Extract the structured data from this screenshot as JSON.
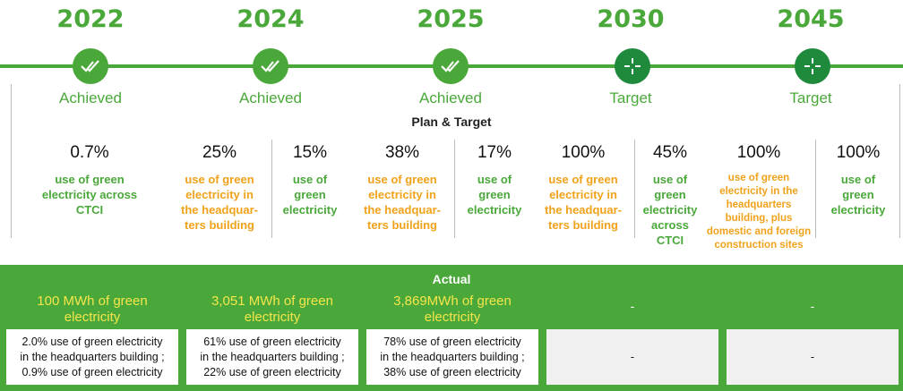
{
  "milestones": [
    {
      "year": "2022",
      "status": "Achieved",
      "icon": "double-check-icon"
    },
    {
      "year": "2024",
      "status": "Achieved",
      "icon": "double-check-icon"
    },
    {
      "year": "2025",
      "status": "Achieved",
      "icon": "double-check-icon"
    },
    {
      "year": "2030",
      "status": "Target",
      "icon": "crosshair-icon"
    },
    {
      "year": "2045",
      "status": "Target",
      "icon": "crosshair-icon"
    }
  ],
  "plan": {
    "title": "Plan & Target",
    "items": [
      {
        "pct": "0.7%",
        "lines": [
          "use of green",
          "electricity across",
          "CTCI"
        ],
        "color": "green"
      },
      {
        "pct": "25%",
        "lines": [
          "use of green",
          "electricity in",
          "the headquar-",
          "ters building"
        ],
        "color": "orange"
      },
      {
        "pct": "15%",
        "lines": [
          "use of",
          "green",
          "electricity"
        ],
        "color": "green"
      },
      {
        "pct": "38%",
        "lines": [
          "use of green",
          "electricity in",
          "the headquar-",
          "ters building"
        ],
        "color": "orange"
      },
      {
        "pct": "17%",
        "lines": [
          "use of",
          "green",
          "electricity"
        ],
        "color": "green"
      },
      {
        "pct": "100%",
        "lines": [
          "use of green",
          "electricity in",
          "the headquar-",
          "ters building"
        ],
        "color": "orange"
      },
      {
        "pct": "45%",
        "lines": [
          "use of",
          "green",
          "electricity",
          "across",
          "CTCI"
        ],
        "color": "green"
      },
      {
        "pct": "100%",
        "lines": [
          "use of green",
          "electricity in the",
          "headquarters",
          "building, plus",
          "domestic and foreign",
          "construction sites"
        ],
        "color": "orange"
      },
      {
        "pct": "100%",
        "lines": [
          "use of",
          "green",
          "electricity"
        ],
        "color": "green"
      }
    ]
  },
  "actual": {
    "title": "Actual",
    "columns": [
      {
        "mwh": [
          "100 MWh of green",
          "electricity"
        ],
        "box": [
          "2.0% use of green electricity",
          "in the headquarters building ;",
          "0.9% use of green electricity"
        ]
      },
      {
        "mwh": [
          "3,051 MWh of green",
          "electricity"
        ],
        "box": [
          "61% use of green electricity",
          "in the headquarters building ;",
          "22% use of green electricity"
        ]
      },
      {
        "mwh": [
          "3,869MWh of green",
          "electricity"
        ],
        "box": [
          "78% use of green electricity",
          "in the headquarters building ;",
          "38% use of green electricity"
        ]
      },
      {
        "dash": "-",
        "box_dash": "-"
      },
      {
        "dash": "-",
        "box_dash": "-"
      }
    ]
  },
  "colors": {
    "green": "#4aa83a",
    "dark_green": "#1f8a3c",
    "orange": "#f0a21b",
    "yellow": "#f5e54a"
  }
}
